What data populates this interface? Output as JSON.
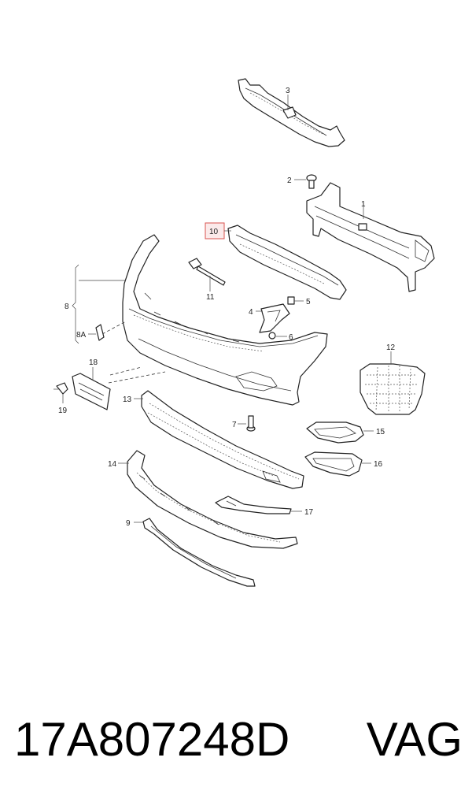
{
  "callouts": {
    "c1": "1",
    "c2": "2",
    "c3": "3",
    "c4": "4",
    "c5": "5",
    "c6": "6",
    "c7": "7",
    "c8": "8",
    "c8a": "8A",
    "c9": "9",
    "c10": "10",
    "c11": "11",
    "c12": "12",
    "c13": "13",
    "c14": "14",
    "c15": "15",
    "c16": "16",
    "c17": "17",
    "c18": "18",
    "c19": "19"
  },
  "caption": {
    "part_number": "17A807248D",
    "brand": "VAG"
  },
  "colors": {
    "highlight": "#d9534f",
    "line": "#222222"
  }
}
